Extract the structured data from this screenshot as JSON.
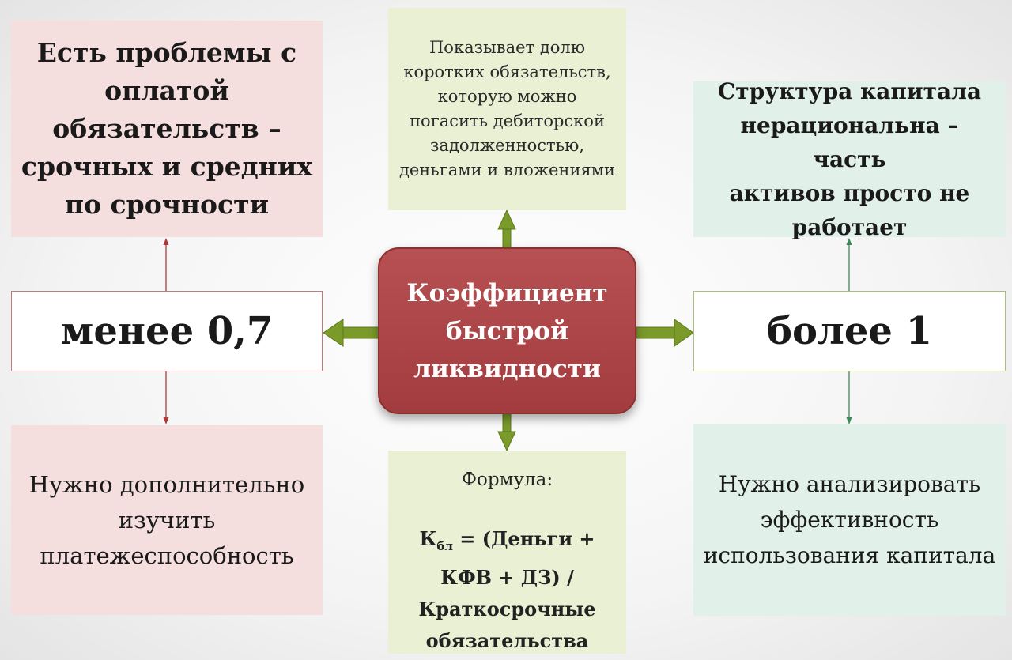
{
  "center": {
    "line1": "Коэффициент",
    "line2": "быстрой",
    "line3": "ликвидности"
  },
  "left": {
    "threshold": "менее 0,7",
    "meaning": [
      "Есть проблемы с",
      "оплатой",
      "обязательств –",
      "срочных и средних",
      "по срочности"
    ],
    "recommendation": [
      "Нужно дополнительно",
      "изучить",
      "платежеспособность"
    ]
  },
  "right": {
    "threshold": "более 1",
    "meaning": [
      "Структура капитала",
      "нерациональна – часть",
      "активов просто не",
      "работает"
    ],
    "recommendation": [
      "Нужно анализировать",
      "эффективность",
      "использования капитала"
    ]
  },
  "top": {
    "description": [
      "Показывает долю",
      "коротких обязательств,",
      "которую можно",
      "погасить дебиторской",
      "задолженностью,",
      "деньгами и вложениями"
    ]
  },
  "bottom": {
    "formula_label": "Формула:",
    "formula_symbol": "К",
    "formula_subscript": "бл",
    "formula_rest": "= (Деньги +",
    "formula_lines": [
      "КФВ + ДЗ) /",
      "Краткосрочные",
      "обязательства"
    ]
  },
  "colors": {
    "center": "#a8413f",
    "arrow_green": "#7a9a2a",
    "left_line": "#b03a3a",
    "right_line": "#3a8a5a"
  }
}
